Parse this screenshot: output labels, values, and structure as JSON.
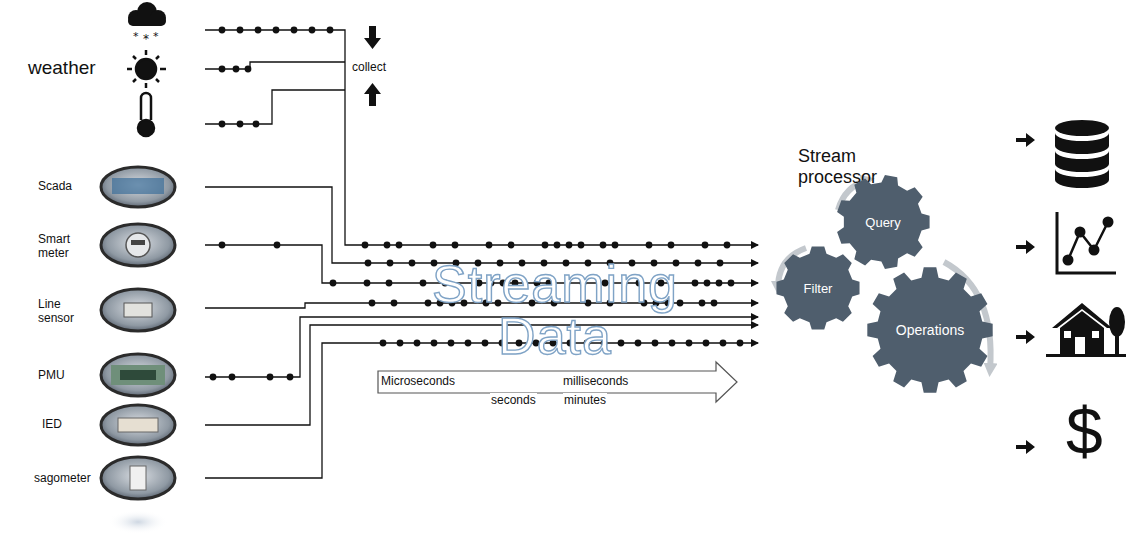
{
  "diagram": {
    "nodes": [
      {
        "text": [
          "Query"
        ]
      },
      {
        "text": [
          "Filter"
        ]
      },
      {
        "text": [
          "Operations"
        ]
      }
    ],
    "labels": [
      "weather",
      "collect",
      "Scada",
      "Smart meter",
      "Line sensor",
      "PMU",
      "IED",
      "sagometer",
      "Streaming Data",
      "Microseconds",
      "seconds",
      "milliseconds",
      "minutes",
      "Stream processor",
      "$"
    ]
  }
}
